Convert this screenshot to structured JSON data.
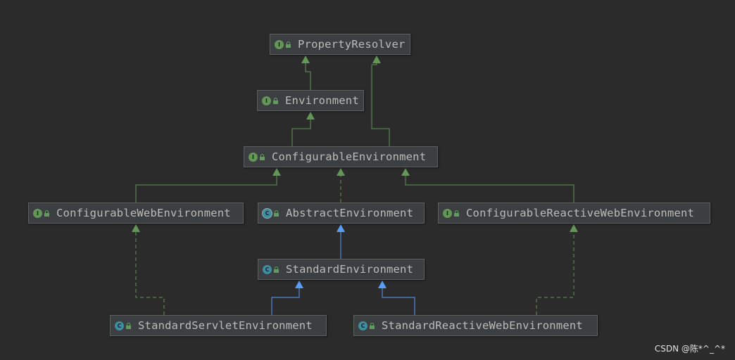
{
  "colors": {
    "background": "#2b2b2b",
    "interface_arrow": "#629755",
    "class_arrow": "#589df6",
    "node_bg": "#3c3f41"
  },
  "nodes": [
    {
      "id": "property-resolver",
      "kind": "interface",
      "badge": "I",
      "label": "PropertyResolver"
    },
    {
      "id": "environment",
      "kind": "interface",
      "badge": "I",
      "label": "Environment"
    },
    {
      "id": "configurable-environment",
      "kind": "interface",
      "badge": "I",
      "label": "ConfigurableEnvironment"
    },
    {
      "id": "configurable-web-environment",
      "kind": "interface",
      "badge": "I",
      "label": "ConfigurableWebEnvironment"
    },
    {
      "id": "abstract-environment",
      "kind": "abstract-class",
      "badge": "C",
      "label": "AbstractEnvironment"
    },
    {
      "id": "configurable-reactive-web-environment",
      "kind": "interface",
      "badge": "I",
      "label": "ConfigurableReactiveWebEnvironment"
    },
    {
      "id": "standard-environment",
      "kind": "class",
      "badge": "C",
      "label": "StandardEnvironment"
    },
    {
      "id": "standard-servlet-environment",
      "kind": "class",
      "badge": "C",
      "label": "StandardServletEnvironment"
    },
    {
      "id": "standard-reactive-web-environment",
      "kind": "class",
      "badge": "C",
      "label": "StandardReactiveWebEnvironment"
    }
  ],
  "edges": [
    {
      "from": "environment",
      "to": "property-resolver",
      "type": "extends-interface"
    },
    {
      "from": "configurable-environment",
      "to": "environment",
      "type": "extends-interface"
    },
    {
      "from": "configurable-environment",
      "to": "property-resolver",
      "type": "extends-interface"
    },
    {
      "from": "configurable-web-environment",
      "to": "configurable-environment",
      "type": "extends-interface"
    },
    {
      "from": "abstract-environment",
      "to": "configurable-environment",
      "type": "implements"
    },
    {
      "from": "configurable-reactive-web-environment",
      "to": "configurable-environment",
      "type": "extends-interface"
    },
    {
      "from": "standard-environment",
      "to": "abstract-environment",
      "type": "extends-class"
    },
    {
      "from": "standard-servlet-environment",
      "to": "standard-environment",
      "type": "extends-class"
    },
    {
      "from": "standard-servlet-environment",
      "to": "configurable-web-environment",
      "type": "implements"
    },
    {
      "from": "standard-reactive-web-environment",
      "to": "standard-environment",
      "type": "extends-class"
    },
    {
      "from": "standard-reactive-web-environment",
      "to": "configurable-reactive-web-environment",
      "type": "implements"
    }
  ],
  "watermark": "CSDN @陈*^_^*"
}
